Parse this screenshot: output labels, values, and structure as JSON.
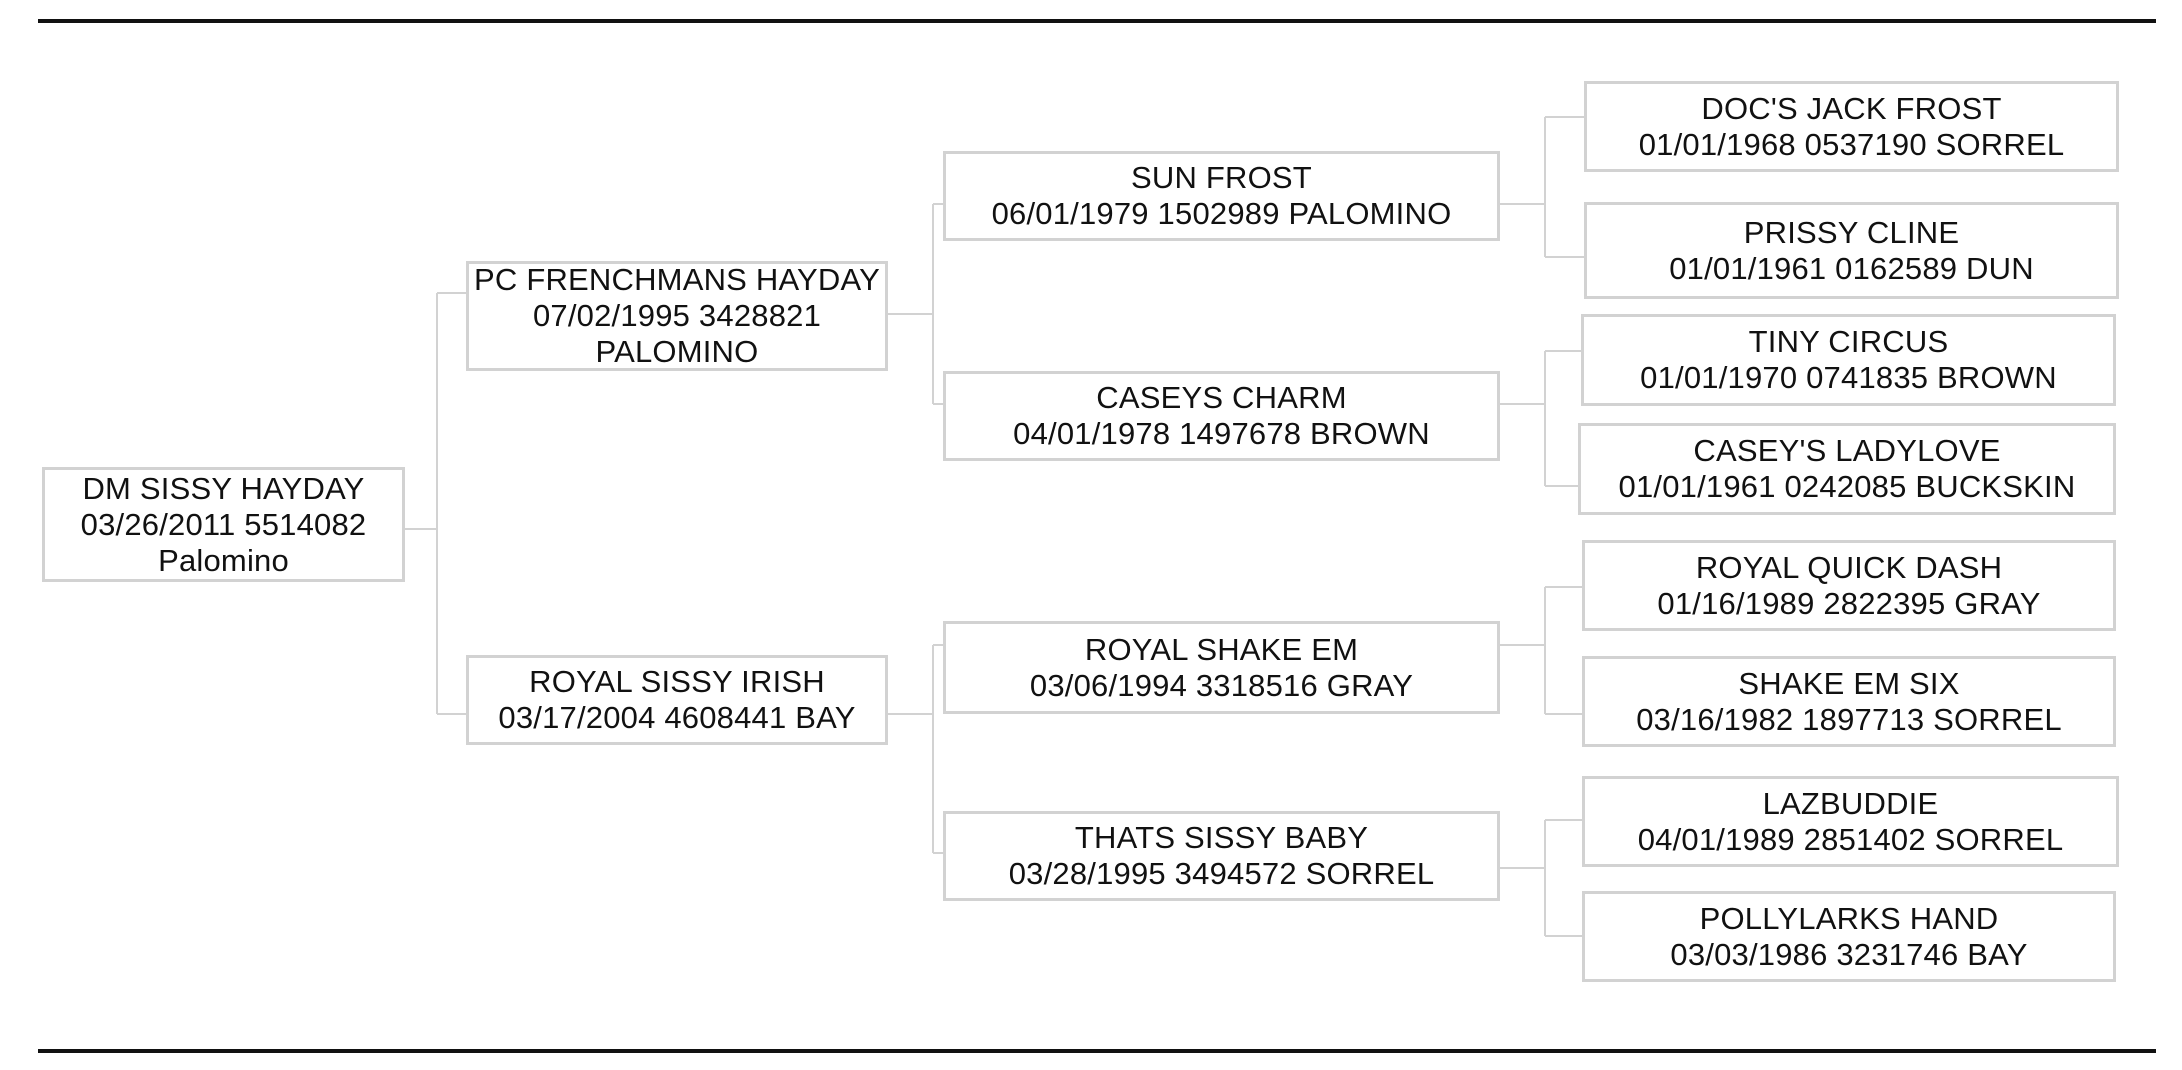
{
  "pedigree": {
    "subject": {
      "line1": "DM SISSY HAYDAY",
      "line2": "03/26/2011 5514082",
      "line3": "Palomino"
    },
    "sire": {
      "line1": "PC FRENCHMANS HAYDAY",
      "line2": "07/02/1995 3428821",
      "line3": "PALOMINO"
    },
    "dam": {
      "line1": "ROYAL SISSY IRISH",
      "line2": "03/17/2004 4608441 BAY"
    },
    "sire_sire": {
      "line1": "SUN FROST",
      "line2": "06/01/1979 1502989 PALOMINO"
    },
    "sire_dam": {
      "line1": "CASEYS CHARM",
      "line2": "04/01/1978 1497678 BROWN"
    },
    "dam_sire": {
      "line1": "ROYAL SHAKE EM",
      "line2": "03/06/1994 3318516 GRAY"
    },
    "dam_dam": {
      "line1": "THATS SISSY BABY",
      "line2": "03/28/1995 3494572 SORREL"
    },
    "sss": {
      "line1": "DOC'S JACK FROST",
      "line2": "01/01/1968 0537190 SORREL"
    },
    "ssd": {
      "line1": "PRISSY CLINE",
      "line2": "01/01/1961 0162589 DUN"
    },
    "sds": {
      "line1": "TINY CIRCUS",
      "line2": "01/01/1970 0741835 BROWN"
    },
    "sdd": {
      "line1": "CASEY'S LADYLOVE",
      "line2": "01/01/1961 0242085 BUCKSKIN"
    },
    "dss": {
      "line1": "ROYAL QUICK DASH",
      "line2": "01/16/1989 2822395 GRAY"
    },
    "dsd": {
      "line1": "SHAKE EM SIX",
      "line2": "03/16/1982 1897713 SORREL"
    },
    "dds": {
      "line1": "LAZBUDDIE",
      "line2": "04/01/1989 2851402 SORREL"
    },
    "ddd": {
      "line1": "POLLYLARKS HAND",
      "line2": "03/03/1986 3231746 BAY"
    }
  },
  "colors": {
    "border": "#d2d2d2",
    "rule": "#111111",
    "text": "#111111"
  }
}
